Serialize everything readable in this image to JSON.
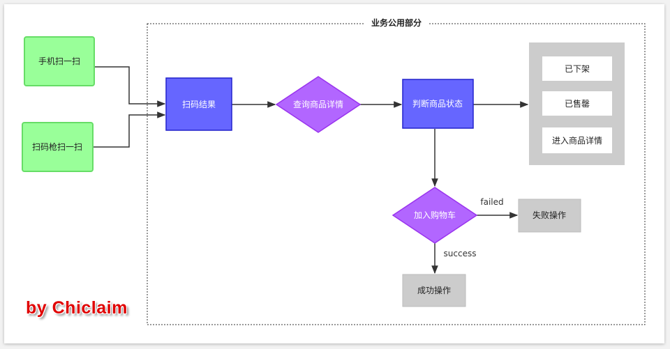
{
  "region": {
    "title": "业务公用部分"
  },
  "nodes": {
    "phone_scan": "手机扫一扫",
    "gun_scan": "扫码枪扫一扫",
    "scan_result": "扫码结果",
    "query_detail": "查询商品详情",
    "judge_status": "判断商品状态",
    "add_to_cart": "加入购物车",
    "fail_op": "失败操作",
    "success_op": "成功操作"
  },
  "status_panel": {
    "items": [
      "已下架",
      "已售罄",
      "进入商品详情"
    ]
  },
  "edge_labels": {
    "failed": "failed",
    "success": "success"
  },
  "watermark": "by Chiclaim",
  "colors": {
    "green_fill": "#99ff99",
    "green_stroke": "#66dd66",
    "blue_fill": "#6666ff",
    "blue_stroke": "#2222cc",
    "purple_fill": "#b266ff",
    "purple_stroke": "#9933ee",
    "gray_fill": "#cccccc",
    "watermark": "#e00000"
  }
}
